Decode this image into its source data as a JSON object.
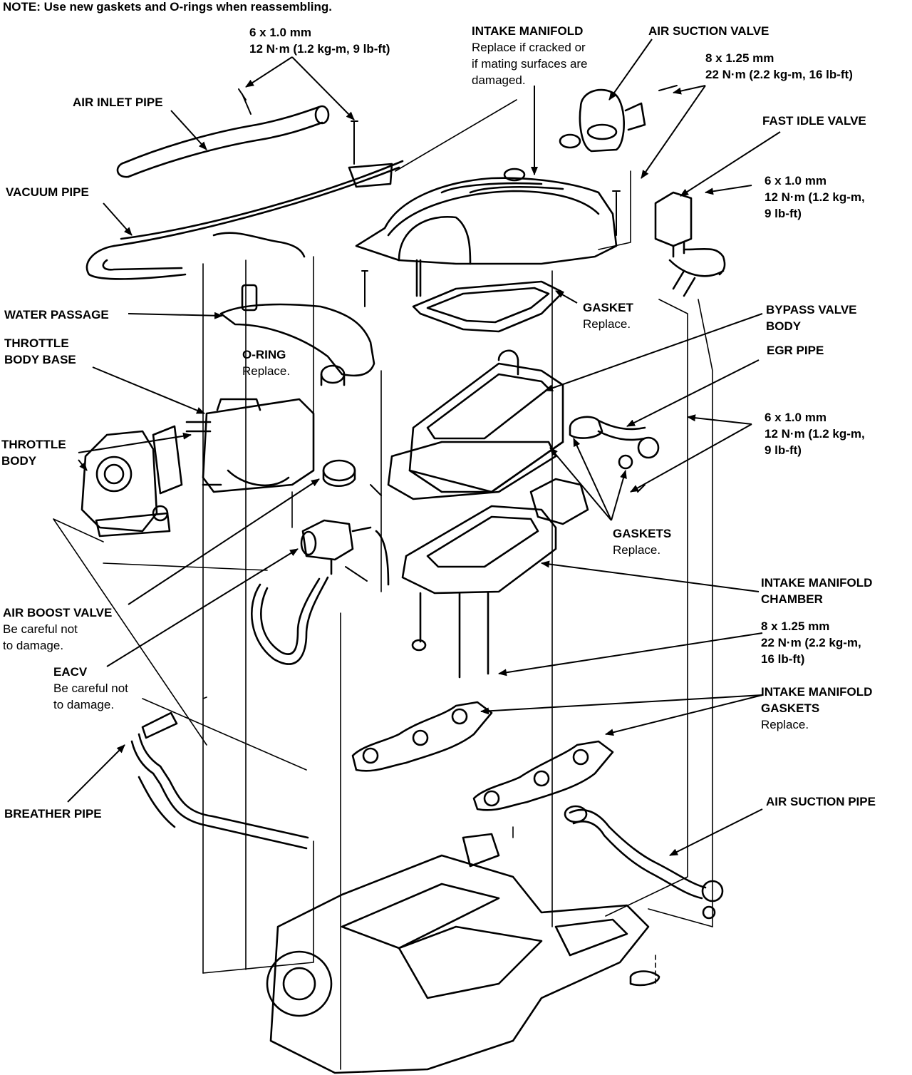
{
  "note": "NOTE:  Use new gaskets and O-rings when reassembling.",
  "labels": {
    "torque_top": {
      "l1": "6 x 1.0 mm",
      "l2": "12 N·m (1.2 kg-m, 9 lb-ft)"
    },
    "intake_manifold": {
      "title": "INTAKE MANIFOLD",
      "d1": "Replace if cracked or",
      "d2": "if mating surfaces are",
      "d3": "damaged."
    },
    "air_suction_valve": "AIR SUCTION VALVE",
    "torque_right_top": {
      "l1": "8 x 1.25 mm",
      "l2": "22 N·m (2.2 kg-m, 16 lb-ft)"
    },
    "air_inlet_pipe": "AIR INLET PIPE",
    "fast_idle_valve": "FAST IDLE VALVE",
    "torque_fiv": {
      "l1": "6 x 1.0 mm",
      "l2": "12 N·m (1.2 kg-m,",
      "l3": "9 lb-ft)"
    },
    "vacuum_pipe": "VACUUM PIPE",
    "gasket": {
      "title": "GASKET",
      "desc": "Replace."
    },
    "bypass_valve_body": {
      "l1": "BYPASS VALVE",
      "l2": "BODY"
    },
    "water_passage": "WATER PASSAGE",
    "throttle_body_base": {
      "l1": "THROTTLE",
      "l2": "BODY BASE"
    },
    "o_ring": {
      "title": "O-RING",
      "desc": "Replace."
    },
    "egr_pipe": "EGR PIPE",
    "torque_egr": {
      "l1": "6 x 1.0 mm",
      "l2": "12 N·m (1.2 kg-m,",
      "l3": "9 lb-ft)"
    },
    "throttle_body": {
      "l1": "THROTTLE",
      "l2": "BODY"
    },
    "gaskets": {
      "title": "GASKETS",
      "desc": "Replace."
    },
    "intake_manifold_chamber": {
      "l1": "INTAKE MANIFOLD",
      "l2": "CHAMBER"
    },
    "air_boost_valve": {
      "title": "AIR BOOST VALVE",
      "d1": "Be careful not",
      "d2": "to damage."
    },
    "torque_chamber": {
      "l1": "8 x 1.25 mm",
      "l2": "22 N·m (2.2 kg-m,",
      "l3": "16 lb-ft)"
    },
    "eacv": {
      "title": "EACV",
      "d1": "Be careful not",
      "d2": "to damage."
    },
    "intake_manifold_gaskets": {
      "l1": "INTAKE MANIFOLD",
      "l2": "GASKETS",
      "desc": "Replace."
    },
    "breather_pipe": "BREATHER PIPE",
    "air_suction_pipe": "AIR SUCTION PIPE"
  }
}
